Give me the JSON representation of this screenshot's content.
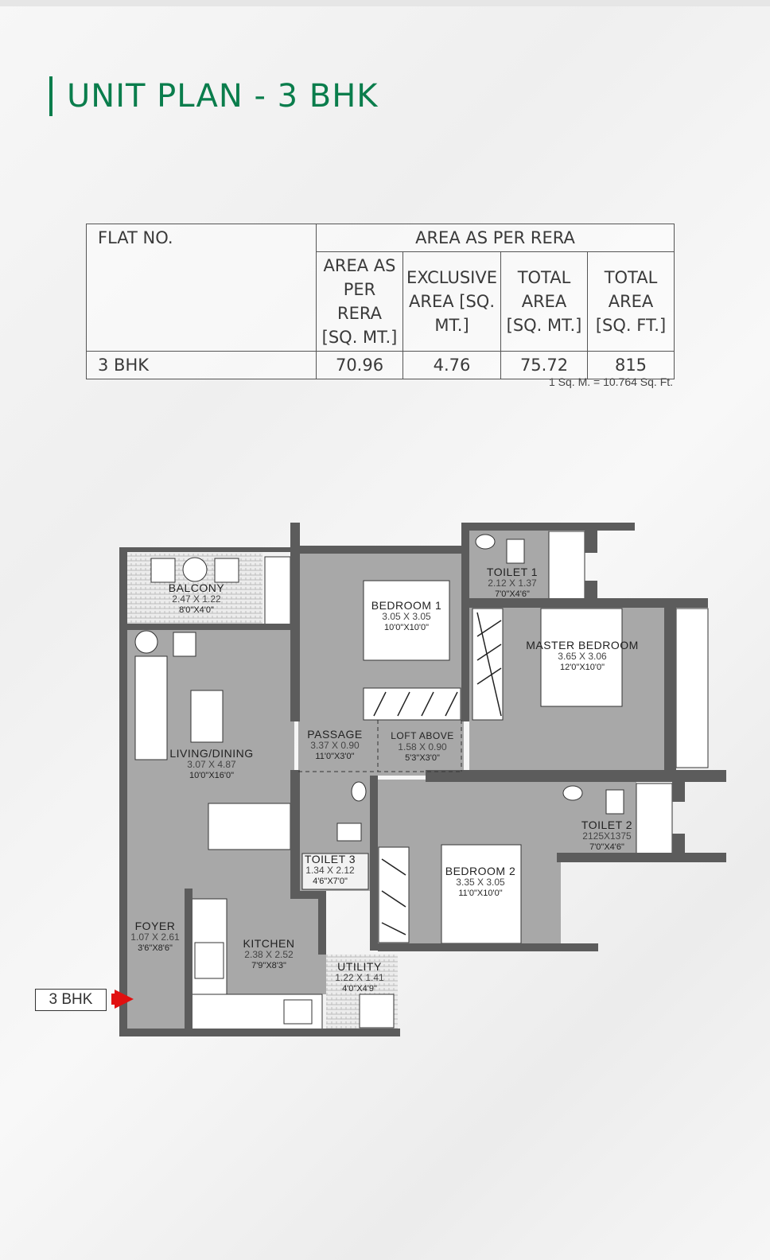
{
  "title": "UNIT PLAN - 3 BHK",
  "table": {
    "flat_no_header": "FLAT NO.",
    "group_header": "AREA AS PER RERA",
    "columns": [
      "AREA AS PER RERA [SQ. MT.]",
      "EXCLUSIVE AREA [SQ. MT.]",
      "TOTAL AREA [SQ. MT.]",
      "TOTAL AREA [SQ. FT.]"
    ],
    "row": {
      "flat": "3 BHK",
      "values": [
        "70.96",
        "4.76",
        "75.72",
        "815"
      ]
    }
  },
  "note": "1 Sq. M. = 10.764 Sq. Ft.",
  "rooms": [
    {
      "name": "BALCONY",
      "metric": "2.47 X 1.22",
      "imperial": "8'0\"X4'0\""
    },
    {
      "name": "BEDROOM 1",
      "metric": "3.05 X 3.05",
      "imperial": "10'0\"X10'0\""
    },
    {
      "name": "TOILET 1",
      "metric": "2.12 X 1.37",
      "imperial": "7'0\"X4'6\""
    },
    {
      "name": "MASTER BEDROOM",
      "metric": "3.65 X 3.06",
      "imperial": "12'0\"X10'0\""
    },
    {
      "name": "LIVING/DINING",
      "metric": "3.07 X 4.87",
      "imperial": "10'0\"X16'0\""
    },
    {
      "name": "PASSAGE",
      "metric": "3.37 X 0.90",
      "imperial": "11'0\"X3'0\""
    },
    {
      "name": "LOFT ABOVE",
      "metric": "1.58 X 0.90",
      "imperial": "5'3\"X3'0\""
    },
    {
      "name": "TOILET 2",
      "metric": "2125X1375",
      "imperial": "7'0\"X4'6\""
    },
    {
      "name": "TOILET 3",
      "metric": "1.34 X 2.12",
      "imperial": "4'6\"X7'0\""
    },
    {
      "name": "BEDROOM 2",
      "metric": "3.35 X 3.05",
      "imperial": "11'0\"X10'0\""
    },
    {
      "name": "FOYER",
      "metric": "1.07 X 2.61",
      "imperial": "3'6\"X8'6\""
    },
    {
      "name": "KITCHEN",
      "metric": "2.38 X 2.52",
      "imperial": "7'9\"X8'3\""
    },
    {
      "name": "UTILITY",
      "metric": "1.22 X 1.41",
      "imperial": "4'0\"X4'9\""
    }
  ],
  "entrance_label": "3 BHK",
  "colors": {
    "accent": "#0a7d4c",
    "entry_arrow": "#e01010",
    "floor": "#a8a8a8",
    "wall": "#5c5c5c"
  }
}
